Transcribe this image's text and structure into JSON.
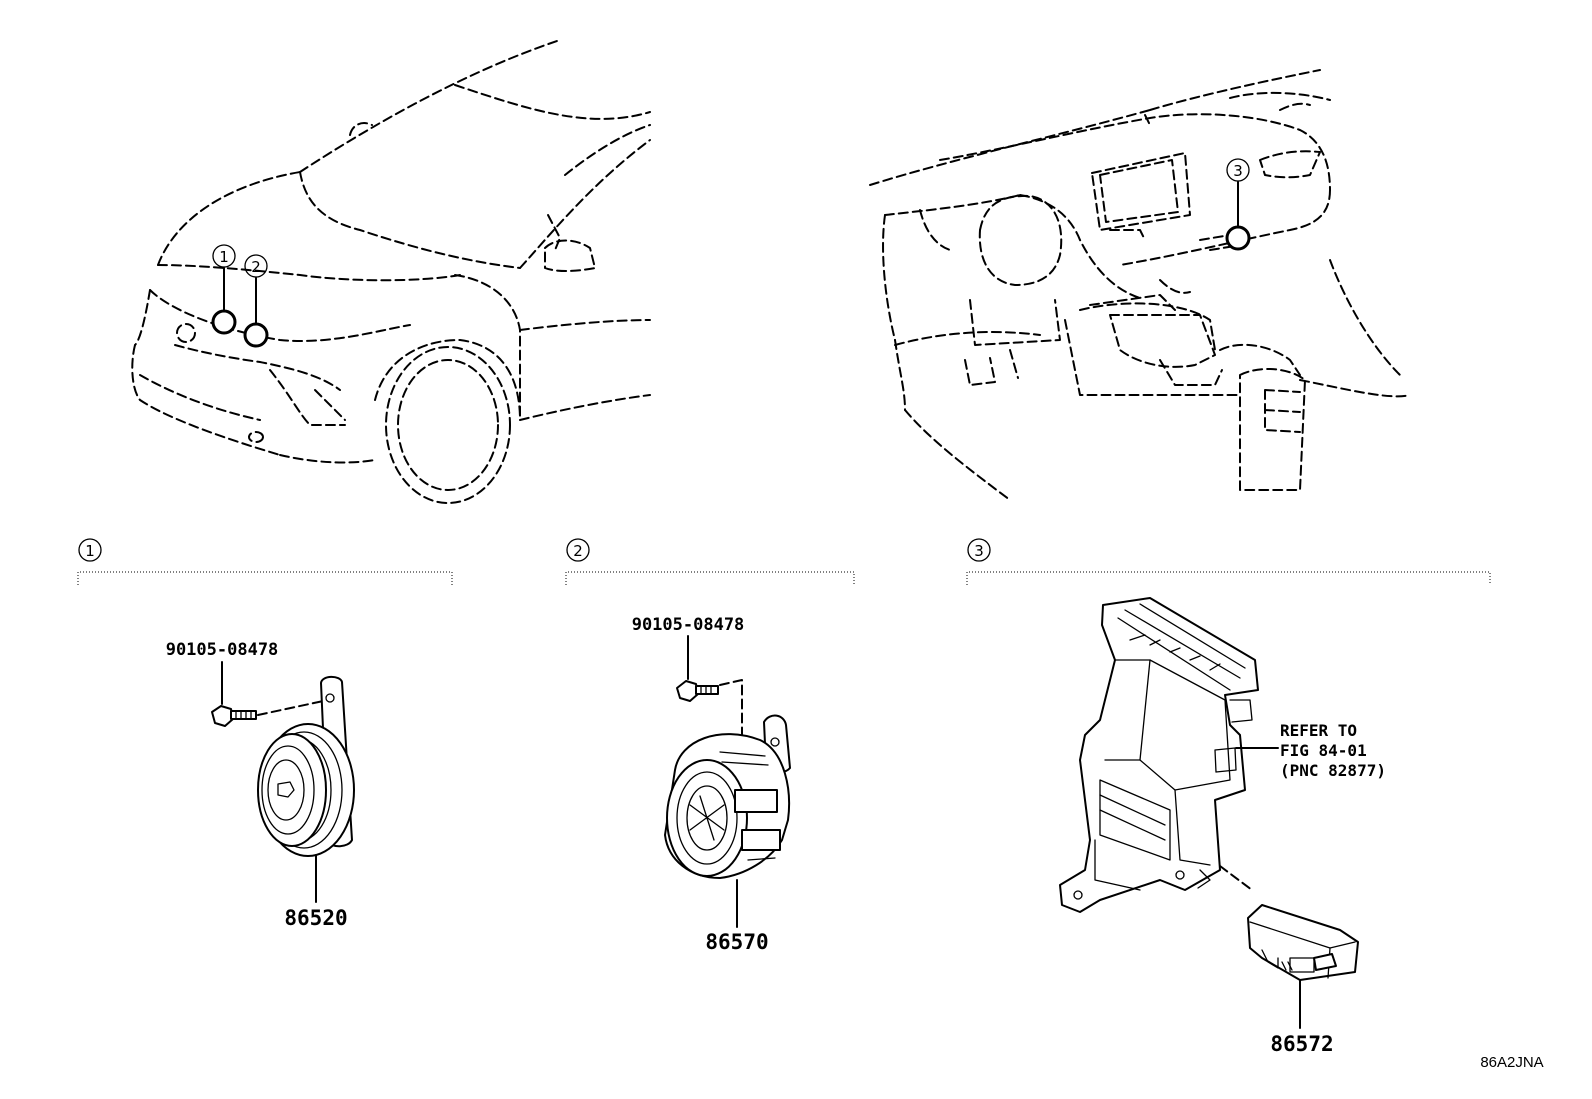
{
  "markers": {
    "m1": "1",
    "m2": "2",
    "m3": "3"
  },
  "parts": {
    "bolt_1": "90105-08478",
    "horn_low": "86520",
    "bolt_2": "90105-08478",
    "horn_high": "86570",
    "bracket_note_line1": "REFER TO",
    "bracket_note_line2": "FIG 84-01",
    "bracket_note_line3": "(PNC 82877)",
    "module": "86572"
  },
  "illustration_code": "86A2JNA"
}
